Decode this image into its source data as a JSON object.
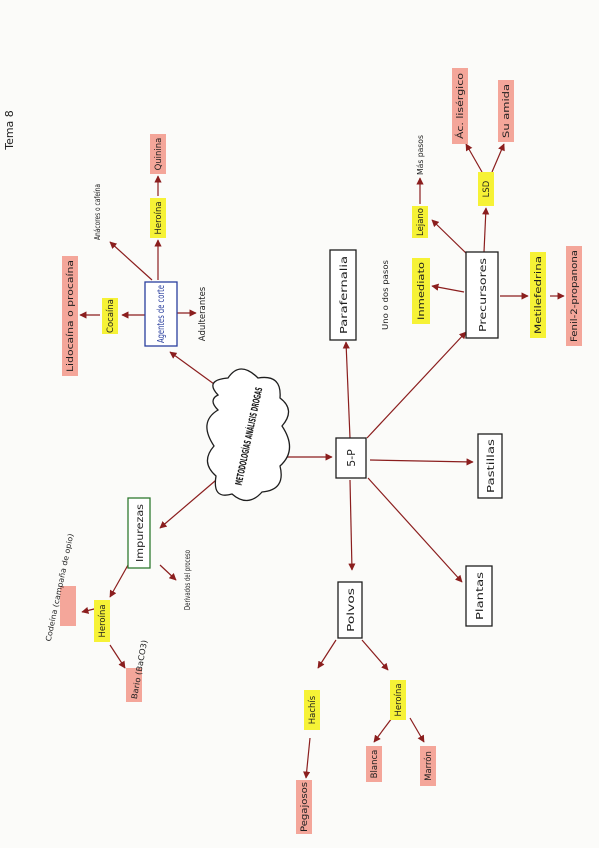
{
  "page": {
    "label": "Tema 8"
  },
  "colors": {
    "line": "#8b1e1e",
    "ink": "#1e1e1e",
    "yellow_highlight": "#f6f236",
    "pink_highlight": "#f4a69a",
    "blue_box": "#2a3f9e",
    "green_box": "#2f7a2f",
    "cloud_fill": "#ffffff"
  },
  "nodes": {
    "center": "METODOLOGÍAS ANÁLISIS DROGAS",
    "agentes": "Agentes de corte",
    "adulterantes": "Adulterantes",
    "cocaina_a": "Cocaína",
    "lidocaina_procaina": "Lidocaína o procaína",
    "anacores": "Anácores o cafeína",
    "heroina_a": "Heroína",
    "quinina": "Quinina",
    "impurezas": "Impurezas",
    "derivados": "Derivados del proceso",
    "heroina_i": "Heroína",
    "codeina": "Codeína (campaña de opio)",
    "bario": "Bario (BaCO3)",
    "sp": "5-P",
    "parafernalia": "Parafernalia",
    "precursores": "Precursores",
    "inmediato": "Inmediato",
    "uno_dos": "Uno o dos pasos",
    "lejano": "Lejano",
    "mas_pasos": "Más pasos",
    "lsd": "LSD",
    "ac_lisergico": "Ác. lisérgico",
    "su_amida": "Su amida",
    "metilefedrina": "Metilefedrina",
    "fenil": "Fenil-2-propanona",
    "pastillas": "Pastillas",
    "plantas": "Plantas",
    "polvos": "Polvos",
    "hachis": "Hachís",
    "pegajosos": "Pegajosos",
    "heroina_p": "Heroína",
    "blanca": "Blanca",
    "marron": "Marrón"
  }
}
